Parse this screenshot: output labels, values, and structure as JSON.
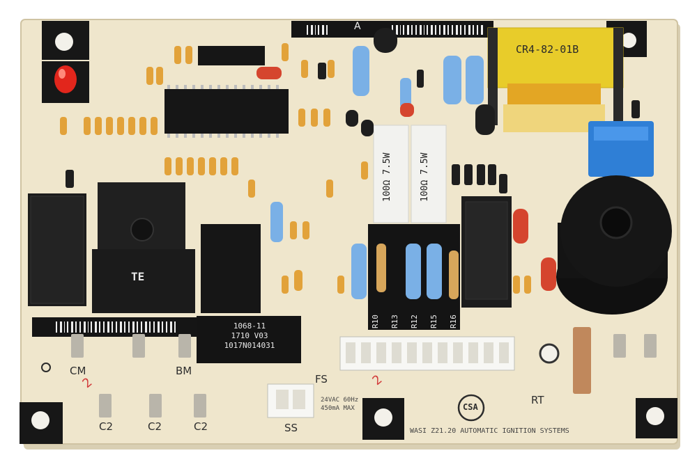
{
  "board": {
    "terminal_labels": {
      "cm": "CM",
      "bm": "BM",
      "fs": "FS",
      "ss": "SS",
      "rt": "RT",
      "c2a": "C2",
      "c2b": "C2",
      "c2c": "C2"
    },
    "top_connector_letter": "A",
    "ic_label_lines": [
      "1068-11",
      "1710 V03",
      "1017N014031"
    ],
    "power_resistor_a": "100Ω 7.5W",
    "power_resistor_b": "100Ω 7.5W",
    "resistor_designators": [
      "R10",
      "R13",
      "R12",
      "R15",
      "R16"
    ],
    "bottom_text": "WASI Z21.20 AUTOMATIC IGNITION SYSTEMS",
    "rating_text_1": "24VAC 60Hz",
    "rating_text_2": "450mA MAX",
    "relay_brand": "TE",
    "cert_mark": "CSA",
    "danger_markers": [
      "2",
      "2"
    ]
  },
  "colors": {
    "board": "#efe6cc",
    "silkscreen": "#2e2e2e",
    "chip": "#161616",
    "transformer": "#e8cc2a",
    "capacitor_blue": "#2f7fd6",
    "led_red": "#e2261c",
    "standoff": "#1a1a1a"
  }
}
